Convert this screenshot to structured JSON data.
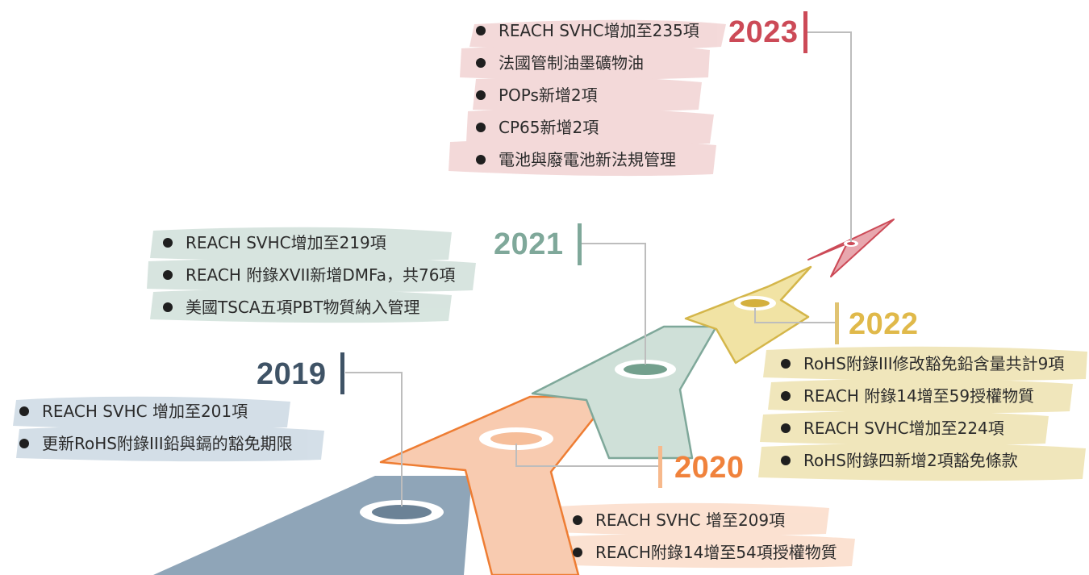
{
  "colors": {
    "y2019": "#3f5366",
    "y2020": "#f0823c",
    "y2021": "#7fa89a",
    "y2022": "#e0b94a",
    "y2023": "#cc4a57"
  },
  "milestones": {
    "y2019": {
      "year": "2019",
      "items": [
        "REACH SVHC 增加至201項",
        "更新RoHS附錄III鉛與鎘的豁免期限"
      ]
    },
    "y2020": {
      "year": "2020",
      "items": [
        "REACH SVHC 增至209項",
        "REACH附錄14增至54項授權物質"
      ]
    },
    "y2021": {
      "year": "2021",
      "items": [
        "REACH SVHC增加至219項",
        "REACH 附錄XVII新增DMFa，共76項",
        "美國TSCA五項PBT物質納入管理"
      ]
    },
    "y2022": {
      "year": "2022",
      "items": [
        "RoHS附錄III修改豁免鉛含量共計9項",
        "REACH 附錄14增至59授權物質",
        "REACH SVHC增加至224項",
        "RoHS附錄四新增2項豁免條款"
      ]
    },
    "y2023": {
      "year": "2023",
      "items": [
        "REACH SVHC增加至235項",
        "法國管制油墨礦物油",
        "POPs新增2項",
        "CP65新增2項",
        "電池與廢電池新法規管理"
      ]
    }
  }
}
